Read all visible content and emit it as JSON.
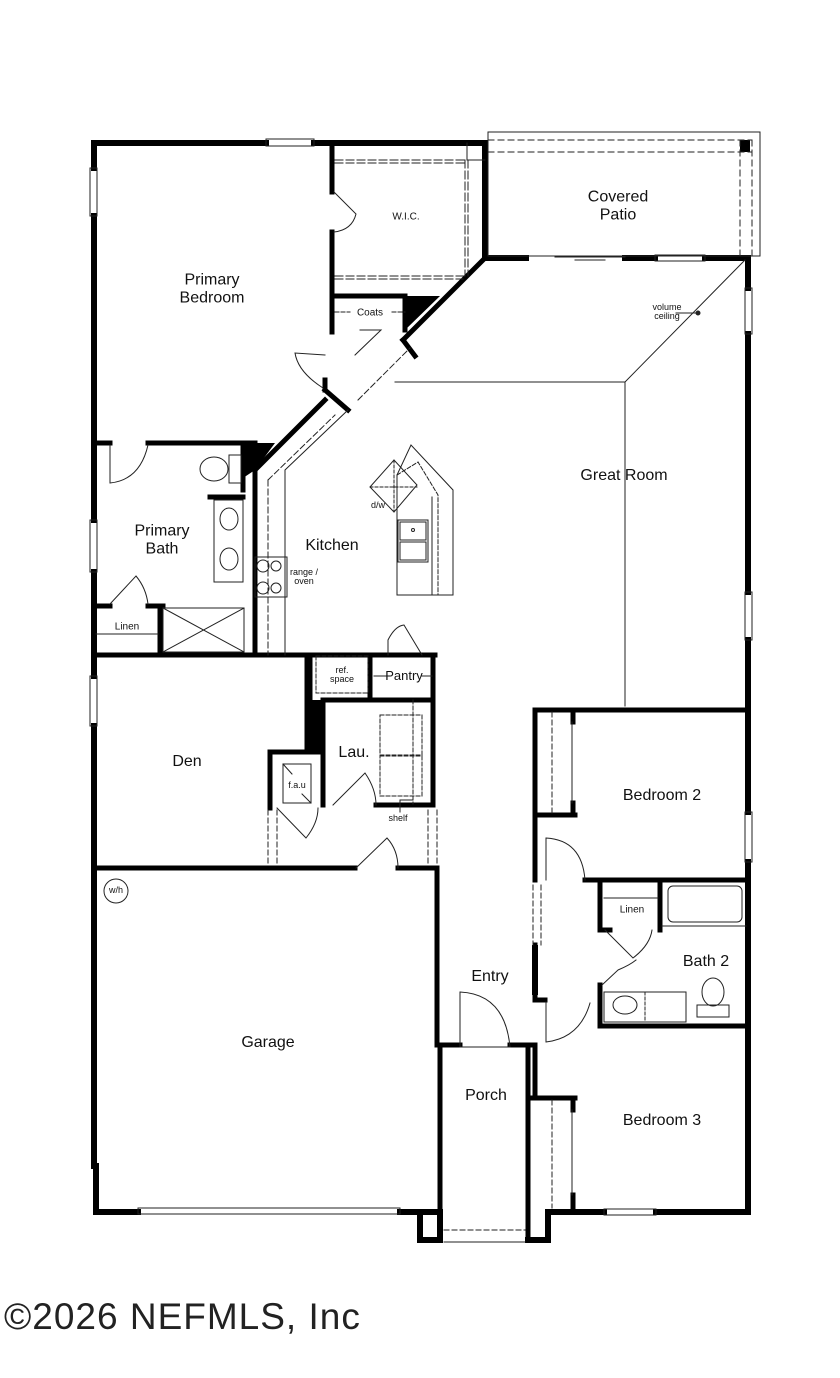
{
  "floorplan": {
    "rooms": {
      "primary_bedroom": "Primary\nBedroom",
      "wic": "W.I.C.",
      "covered_patio": "Covered\nPatio",
      "coats": "Coats",
      "volume_ceiling": "volume\nceiling",
      "great_room": "Great Room",
      "kitchen": "Kitchen",
      "dw": "d/w",
      "range_oven": "range /\noven",
      "primary_bath": "Primary\nBath",
      "linen_primary": "Linen",
      "ref_space": "ref.\nspace",
      "pantry": "Pantry",
      "den": "Den",
      "laundry": "Lau.",
      "fau": "f.a.u",
      "shelf": "shelf",
      "bedroom2": "Bedroom 2",
      "linen_bath2": "Linen",
      "bath2": "Bath 2",
      "wh": "w/h",
      "entry": "Entry",
      "garage": "Garage",
      "porch": "Porch",
      "bedroom3": "Bedroom 3"
    },
    "colors": {
      "wall": "#000000",
      "background": "#ffffff",
      "line": "#222222"
    }
  },
  "footer": {
    "copyright": "©2026 NEFMLS, Inc"
  }
}
